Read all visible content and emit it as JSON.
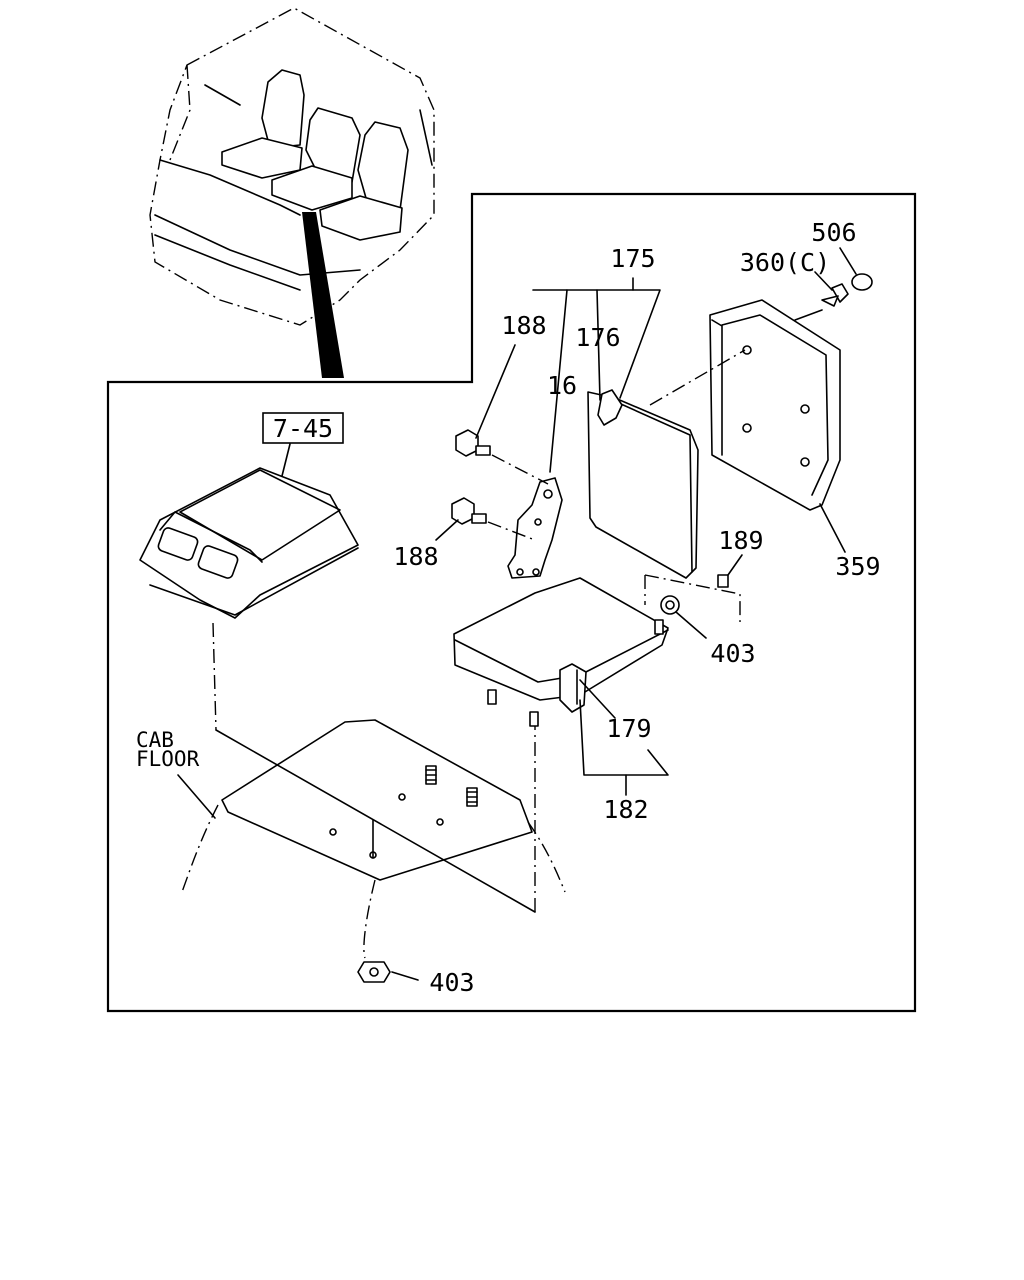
{
  "labels": {
    "ref_box": "7-45",
    "cab_floor_line1": "CAB",
    "cab_floor_line2": "FLOOR",
    "p175": "175",
    "p176": "176",
    "p16": "16",
    "p188_top": "188",
    "p188_bottom": "188",
    "p506": "506",
    "p360c": "360(C)",
    "p359": "359",
    "p189": "189",
    "p403_right": "403",
    "p403_bottom": "403",
    "p179": "179",
    "p182": "182"
  }
}
